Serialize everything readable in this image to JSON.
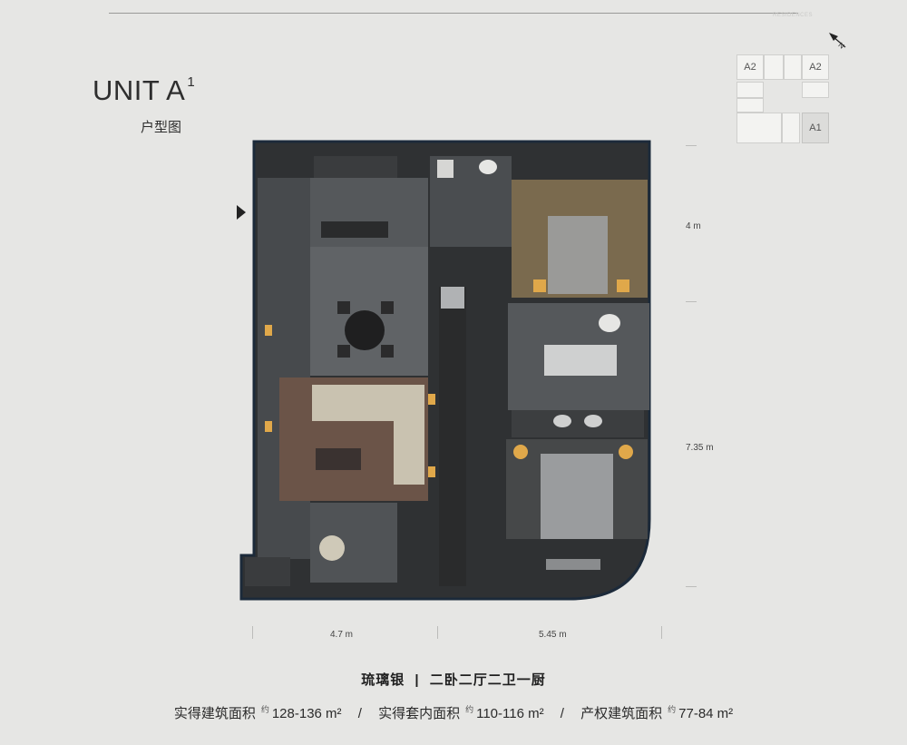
{
  "header": {
    "brand_text": "RESIDENCES",
    "north_label": "N",
    "unit_title": "UNIT A",
    "unit_superscript": "1",
    "plan_label": "户型图"
  },
  "key_plan": {
    "cells": [
      {
        "label": "A2",
        "highlight": false
      },
      {
        "label": "A2",
        "highlight": false
      },
      {
        "label": "A1",
        "highlight": true
      }
    ]
  },
  "dimensions": {
    "right_upper": "4 m",
    "right_lower": "7.35 m",
    "bottom_left": "4.7 m",
    "bottom_right": "5.45 m"
  },
  "footer": {
    "type_name": "琉璃银",
    "divider": "|",
    "layout": "二卧二厅二卫一厨",
    "area_items": [
      {
        "label": "实得建筑面积",
        "tag": "约",
        "value": "128-136 m²"
      },
      {
        "label": "实得套内面积",
        "tag": "约",
        "value": "110-116 m²"
      },
      {
        "label": "产权建筑面积",
        "tag": "约",
        "value": "77-84 m²"
      }
    ],
    "separator": "/"
  },
  "colors": {
    "background": "#e6e6e4",
    "plan_dark": "#2f3133",
    "floor_gray": "#5a5d60",
    "rug_brown": "#6b5448",
    "bedroom_gold": "#7a6a4e",
    "accent_lamp": "#e0a84a",
    "window_edge": "#1c2a3a"
  }
}
